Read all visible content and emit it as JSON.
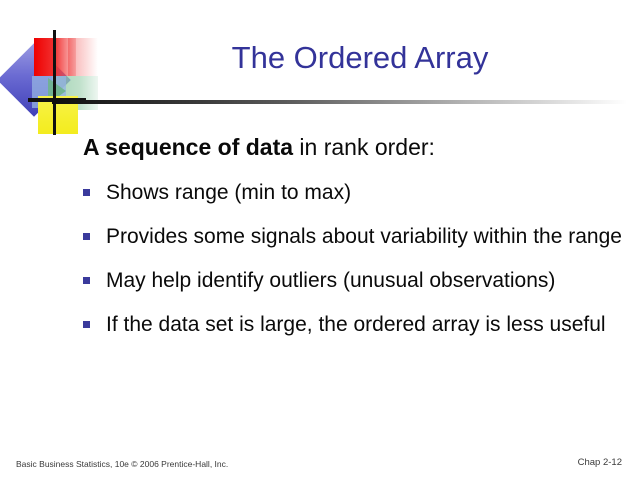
{
  "slide": {
    "title": "The Ordered Array",
    "title_color": "#333399",
    "background_color": "#ffffff",
    "body_text_color": "#0a0a0a",
    "bullet_marker_color": "#3a3a9c"
  },
  "logo": {
    "name": "prentice-hall-pinwheel-logo",
    "colors": {
      "red": "#ee0000",
      "yellow": "#f5ef2e",
      "green": "#8cc8a0",
      "blue_violet": "#4040b8",
      "pale_blue": "#96b4e1",
      "axis": "#111111"
    }
  },
  "body": {
    "lead_bold": "A sequence of data",
    "lead_rest": " in rank order:",
    "bullets": [
      "Shows range (min to max)",
      "Provides some signals about variability within the range",
      "May help identify outliers (unusual observations)",
      "If the data set is large, the ordered array is less useful"
    ]
  },
  "footer": {
    "left": "Basic Business Statistics, 10e © 2006 Prentice-Hall, Inc.",
    "right": "Chap 2-12"
  }
}
